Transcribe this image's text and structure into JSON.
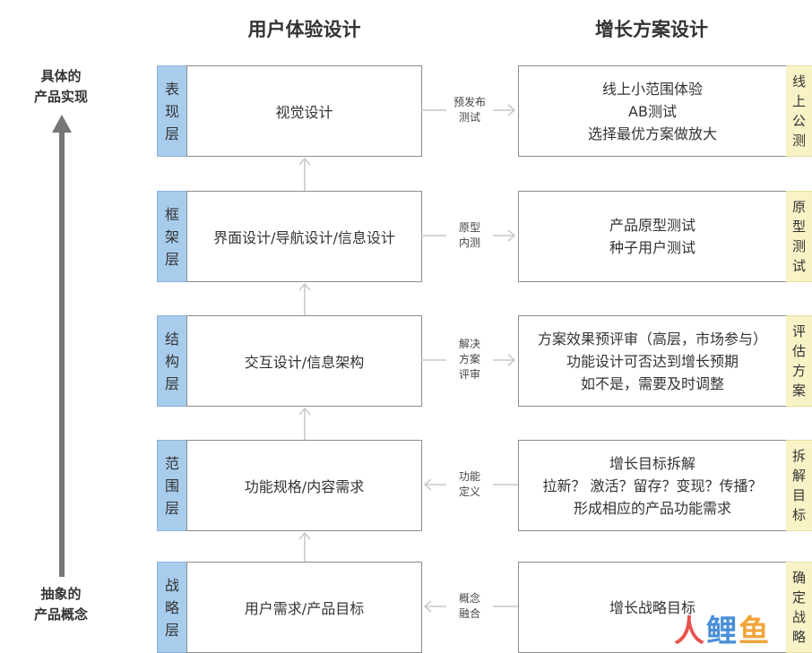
{
  "header": {
    "left_title": "用户体验设计",
    "right_title": "增长方案设计"
  },
  "axis": {
    "top_label": [
      "具体的",
      "产品实现"
    ],
    "bottom_label": [
      "抽象的",
      "产品概念"
    ]
  },
  "rows": [
    {
      "layer": [
        "表",
        "现",
        "层"
      ],
      "left": "视觉设计",
      "connector": [
        "预发布",
        "测试"
      ],
      "direction": "right",
      "right": [
        "线上小范围体验",
        "AB测试",
        "选择最优方案做放大"
      ],
      "stage": [
        "线",
        "上",
        "公",
        "测"
      ]
    },
    {
      "layer": [
        "框",
        "架",
        "层"
      ],
      "left": "界面设计/导航设计/信息设计",
      "connector": [
        "原型",
        "内测"
      ],
      "direction": "right",
      "right": [
        "产品原型测试",
        "种子用户测试"
      ],
      "stage": [
        "原",
        "型",
        "测",
        "试"
      ]
    },
    {
      "layer": [
        "结",
        "构",
        "层"
      ],
      "left": "交互设计/信息架构",
      "connector": [
        "解决",
        "方案",
        "评审"
      ],
      "direction": "right",
      "right": [
        "方案效果预评审（高层，市场参与）",
        "功能设计可否达到增长预期",
        "如不是，需要及时调整"
      ],
      "stage": [
        "评",
        "估",
        "方",
        "案"
      ]
    },
    {
      "layer": [
        "范",
        "围",
        "层"
      ],
      "left": "功能规格/内容需求",
      "connector": [
        "功能",
        "定义"
      ],
      "direction": "left",
      "right": [
        "增长目标拆解",
        "拉新？ 激活？留存？变现？传播？",
        "形成相应的产品功能需求"
      ],
      "stage": [
        "拆",
        "解",
        "目",
        "标"
      ]
    },
    {
      "layer": [
        "战",
        "略",
        "层"
      ],
      "left": "用户需求/产品目标",
      "connector": [
        "概念",
        "融合"
      ],
      "direction": "left",
      "right": [
        "增长战略目标"
      ],
      "stage": [
        "确",
        "定",
        "战",
        "略"
      ]
    }
  ],
  "watermark": [
    "人",
    "鲤",
    "鱼"
  ],
  "colors": {
    "layer_tab": "#a8ccec",
    "stage_tab": "#f8f3c6",
    "axis_arrow": "#777777",
    "connector_arrow": "#c8c8c8"
  }
}
